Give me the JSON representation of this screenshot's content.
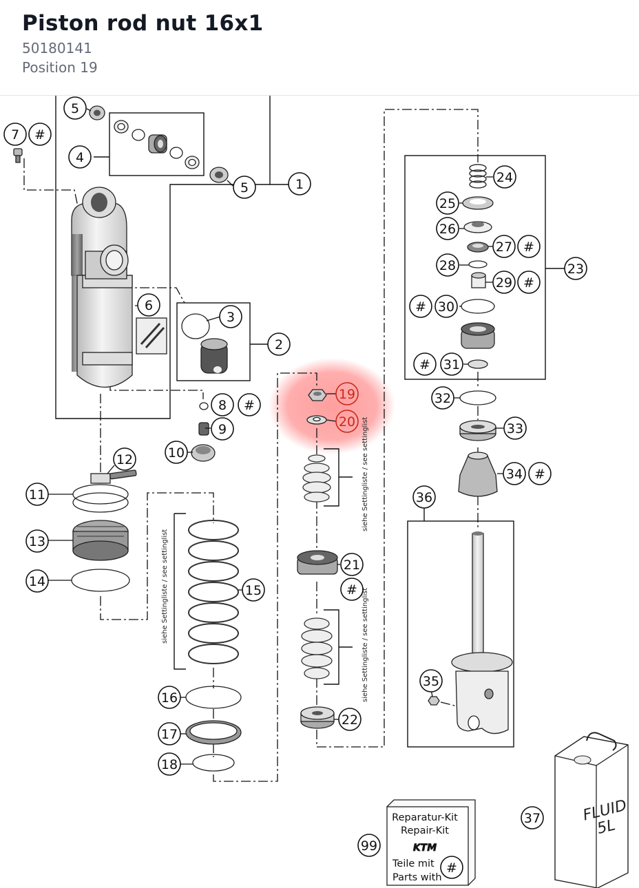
{
  "header": {
    "title": "Piston rod nut 16x1",
    "part_number": "50180141",
    "position": "Position 19"
  },
  "diagram": {
    "highlight_color": "#ff6b6b",
    "callouts": [
      "1",
      "2",
      "3",
      "4",
      "5",
      "5",
      "6",
      "7",
      "8",
      "9",
      "10",
      "11",
      "12",
      "13",
      "14",
      "15",
      "16",
      "17",
      "18",
      "19",
      "20",
      "21",
      "22",
      "23",
      "24",
      "25",
      "26",
      "27",
      "28",
      "29",
      "30",
      "31",
      "32",
      "33",
      "34",
      "35",
      "36",
      "37",
      "99"
    ],
    "hash_symbol": "#",
    "setting_note": "siehe Settingliste / see settinglist",
    "repair_kit": {
      "line1": "Reparatur-Kit",
      "line2": "Repair-Kit",
      "logo": "KTM",
      "line3": "Teile mit",
      "line4": "Parts with"
    },
    "fluid_label": {
      "line1": "FLUID",
      "line2": "5L"
    }
  }
}
